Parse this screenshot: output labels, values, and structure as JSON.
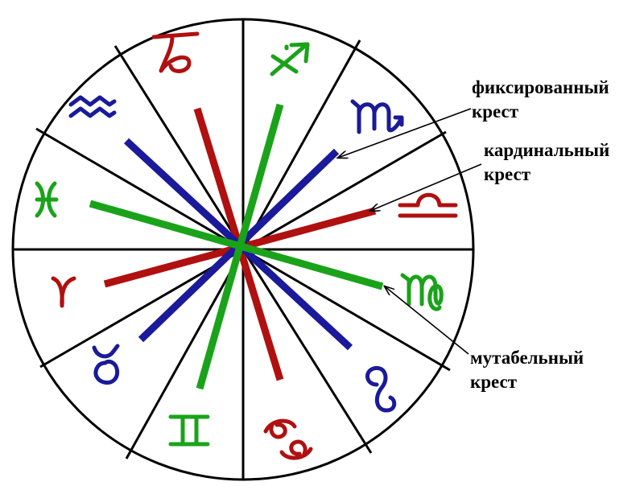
{
  "colors": {
    "cardinal": "#b01010",
    "fixed": "#1a1a9a",
    "mutable": "#1aa31a",
    "ink": "#000000"
  },
  "signs": [
    {
      "name": "capricorn",
      "symbol": "♑",
      "group": "cardinal"
    },
    {
      "name": "sagittarius",
      "symbol": "♐",
      "group": "mutable"
    },
    {
      "name": "scorpio",
      "symbol": "♏",
      "group": "fixed"
    },
    {
      "name": "libra",
      "symbol": "♎",
      "group": "cardinal"
    },
    {
      "name": "virgo",
      "symbol": "♍",
      "group": "mutable"
    },
    {
      "name": "leo",
      "symbol": "♌",
      "group": "fixed"
    },
    {
      "name": "cancer",
      "symbol": "♋",
      "group": "cardinal"
    },
    {
      "name": "gemini",
      "symbol": "♊",
      "group": "mutable"
    },
    {
      "name": "taurus",
      "symbol": "♉",
      "group": "fixed"
    },
    {
      "name": "aries",
      "symbol": "♈",
      "group": "cardinal"
    },
    {
      "name": "pisces",
      "symbol": "♓",
      "group": "mutable"
    },
    {
      "name": "aquarius",
      "symbol": "♒",
      "group": "fixed"
    }
  ],
  "labels": {
    "fixed": [
      "фиксированный",
      "крест"
    ],
    "cardinal": [
      "кардинальный",
      "крест"
    ],
    "mutable": [
      "мутабельный",
      "крест"
    ]
  }
}
